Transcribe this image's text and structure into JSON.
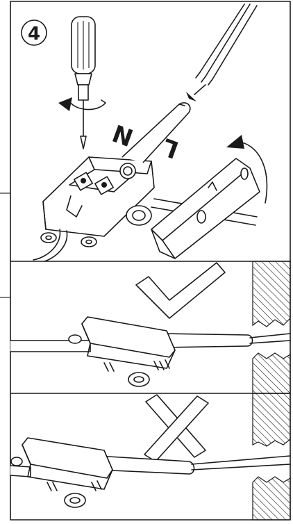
{
  "step": {
    "number": "4"
  },
  "terminal_labels": {
    "neutral": "N",
    "live": "L"
  },
  "panels": [
    {
      "id": "install",
      "kind": "step-illustration"
    },
    {
      "id": "correct",
      "kind": "check-mark"
    },
    {
      "id": "incorrect",
      "kind": "cross-mark"
    }
  ],
  "colors": {
    "line": "#1a1a1a",
    "background": "#ffffff"
  },
  "icons": [
    "screwdriver-icon",
    "rotate-arrow-icon",
    "insert-arrow-icon",
    "check-mark-icon",
    "cross-mark-icon"
  ]
}
